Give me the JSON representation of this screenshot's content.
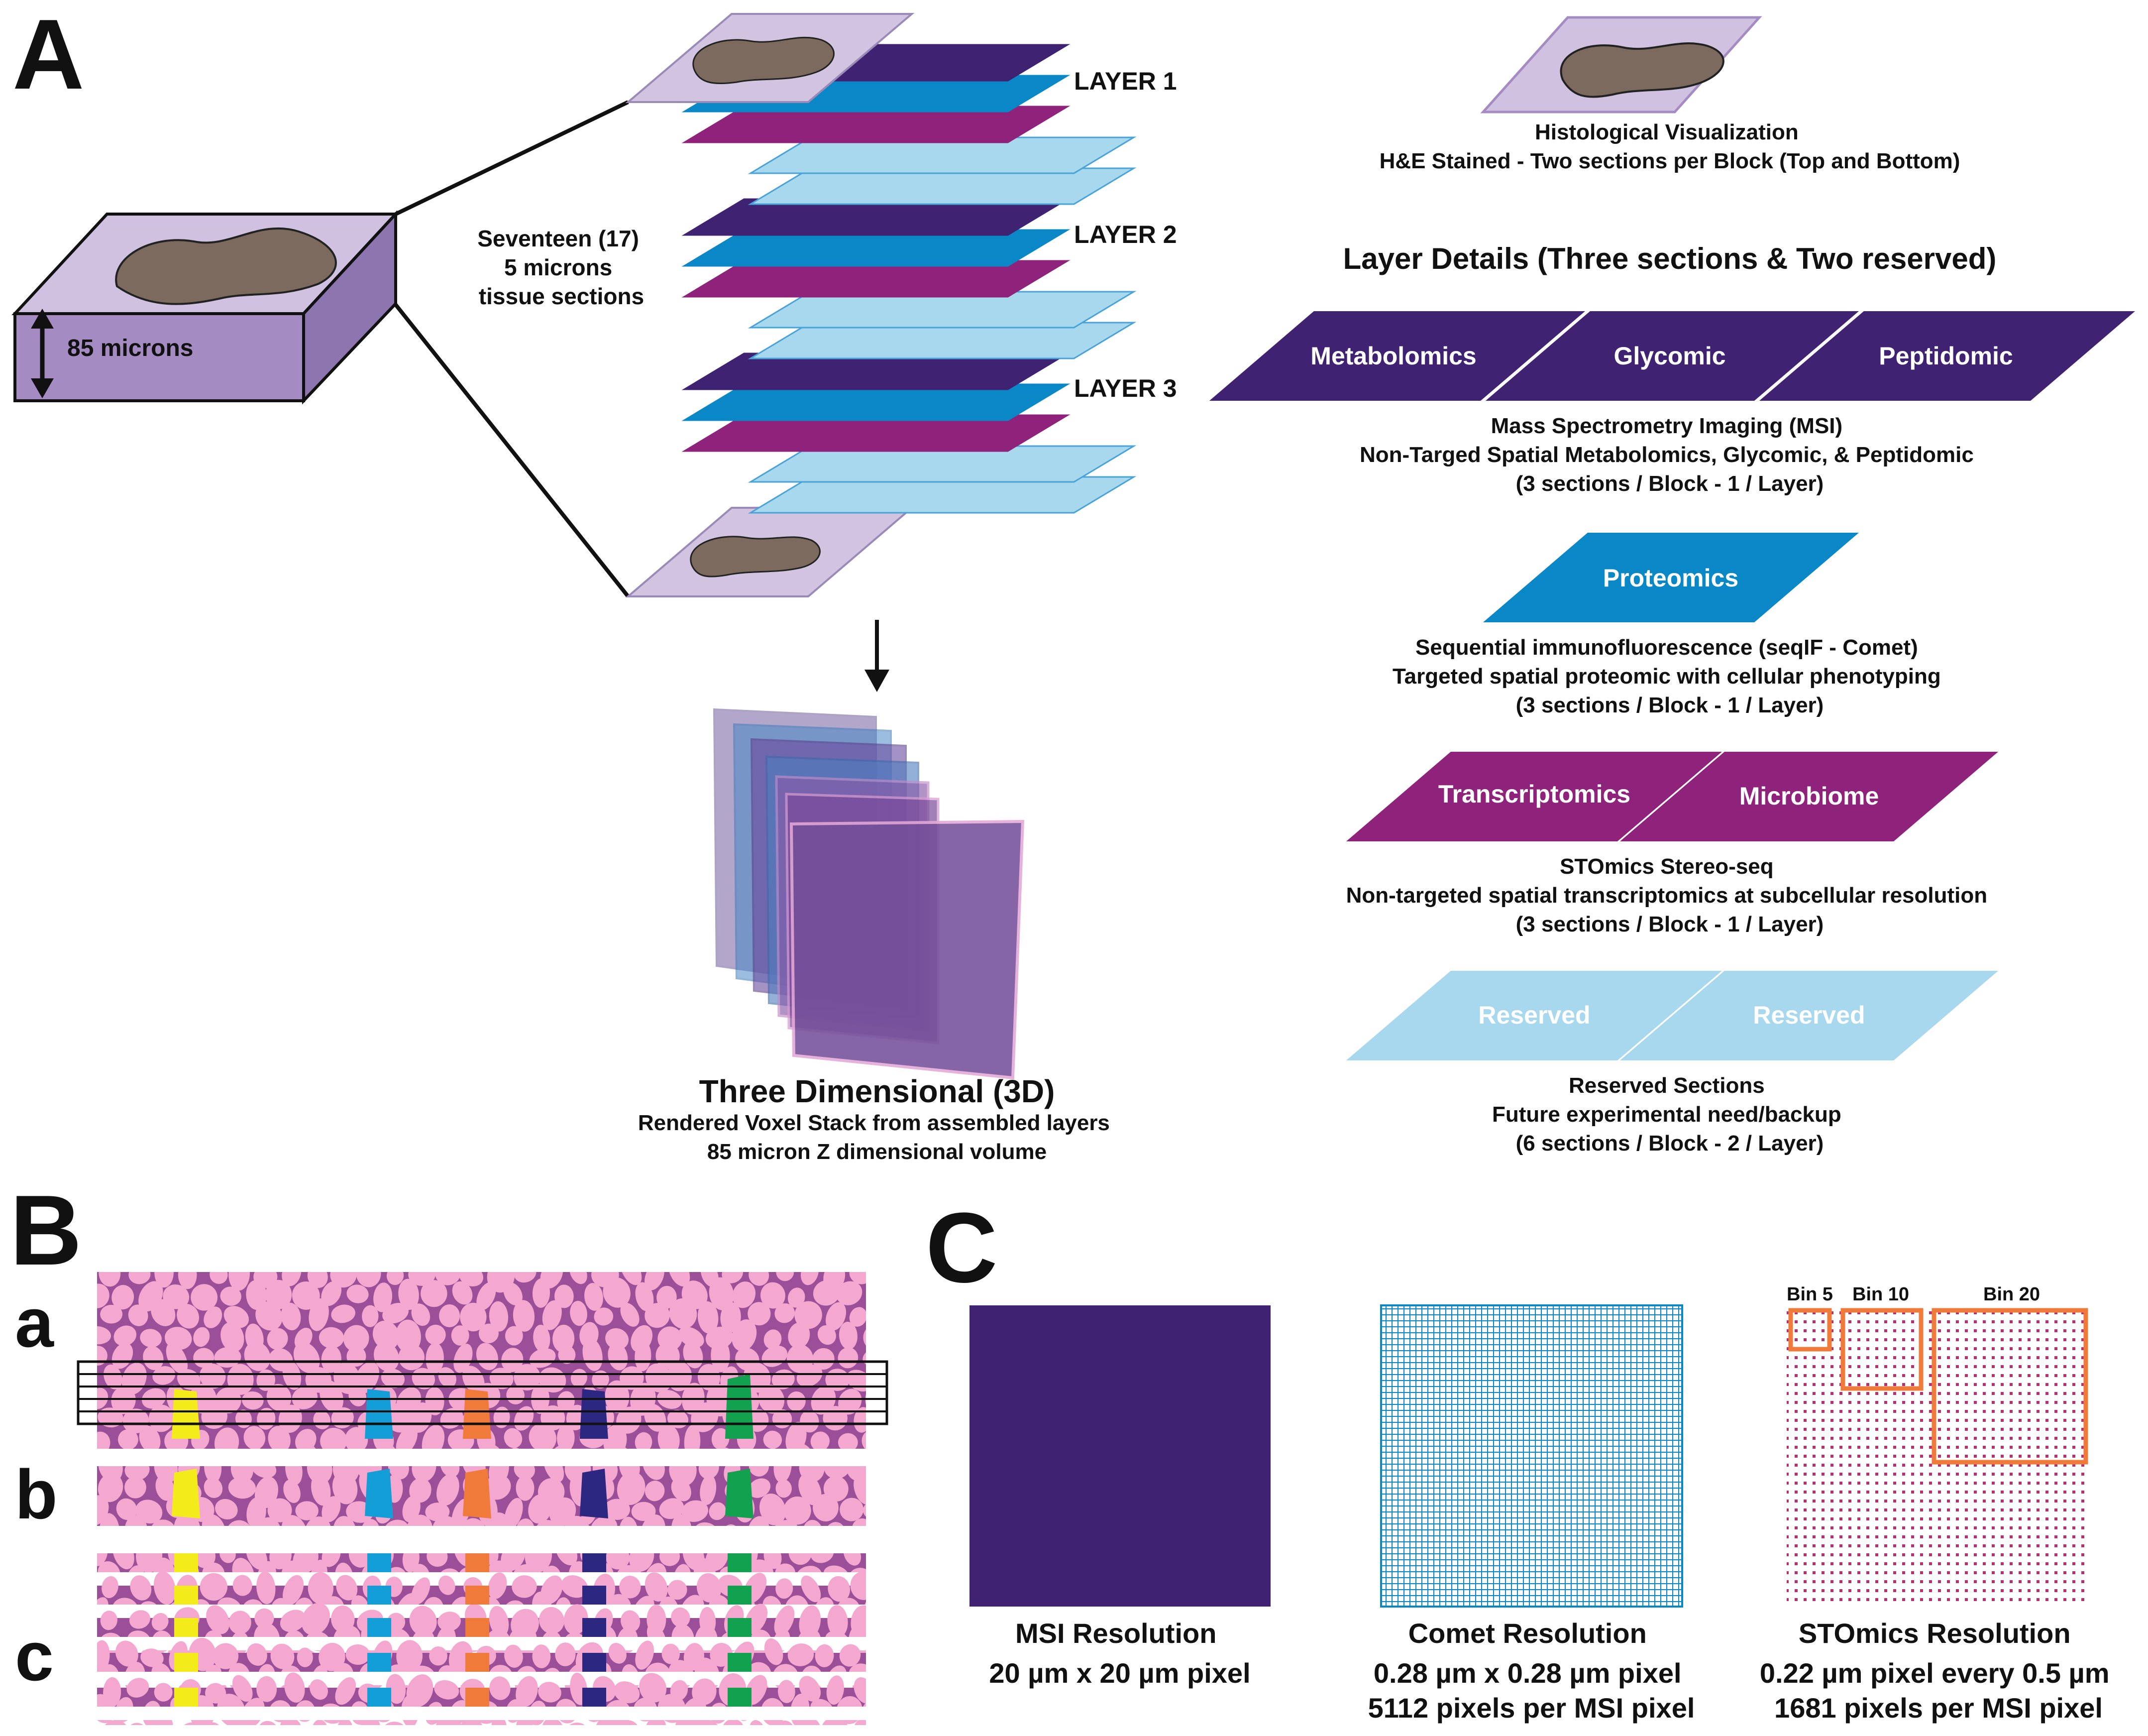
{
  "panels": {
    "a": "A",
    "b": "B",
    "c": "C"
  },
  "colors": {
    "navy": "#3f2372",
    "blue": "#0a87c6",
    "magenta": "#8f237c",
    "light_blue": "#a7d8ee",
    "lavender": "#d2c4e0",
    "tissue": "#7d6a5e",
    "block_front": "#a48cc3",
    "block_top": "#d0c1e0",
    "pink": "#f4a8cf",
    "membrane": "#9a4f98",
    "orange_bin": "#ef7a3a"
  },
  "panel_a": {
    "block_label": "85 microns",
    "sections_label": [
      "Seventeen  (17)",
      "5 microns",
      "tissue sections"
    ],
    "layers": [
      "LAYER 1",
      "LAYER 2",
      "LAYER 3"
    ],
    "render_title": "Three Dimensional (3D)",
    "render_lines": [
      "Rendered Voxel Stack from assembled layers",
      "85 micron Z dimensional volume"
    ],
    "histology_lines": [
      "Histological Visualization",
      "H&E Stained - Two sections per Block (Top and Bottom)"
    ],
    "layer_details_title": "Layer Details (Three sections & Two reserved)",
    "msi_tiles": [
      "Metabolomics",
      "Glycomic",
      "Peptidomic"
    ],
    "msi_lines": [
      "Mass Spectrometry Imaging (MSI)",
      "Non-Targed Spatial Metabolomics, Glycomic, & Peptidomic",
      "(3 sections / Block - 1 / Layer)"
    ],
    "prot_tile": "Proteomics",
    "prot_lines": [
      "Sequential immunofluorescence (seqIF - Comet)",
      "Targeted spatial proteomic with cellular phenotyping",
      "(3 sections / Block - 1 / Layer)"
    ],
    "trans_tiles": [
      "Transcriptomics",
      "Microbiome"
    ],
    "trans_lines": [
      "STOmics Stereo-seq",
      "Non-targeted spatial transcriptomics at subcellular resolution",
      "(3 sections / Block - 1 / Layer)"
    ],
    "res_tiles": [
      "Reserved",
      "Reserved"
    ],
    "res_lines": [
      "Reserved Sections",
      "Future experimental need/backup",
      "(6 sections / Block - 2 / Layer)"
    ]
  },
  "panel_b": {
    "rows": [
      "a",
      "b",
      "c"
    ]
  },
  "panel_c": {
    "msi_lines": [
      "MSI Resolution",
      "20 µm x 20 µm pixel"
    ],
    "comet_lines": [
      "Comet Resolution",
      "0.28 µm x 0.28 µm pixel",
      "5112 pixels per MSI pixel"
    ],
    "stomics_lines": [
      "STOmics Resolution",
      "0.22 µm pixel every 0.5 µm",
      "1681 pixels per MSI pixel"
    ],
    "bins": [
      "Bin 5",
      "Bin 10",
      "Bin 20"
    ]
  }
}
